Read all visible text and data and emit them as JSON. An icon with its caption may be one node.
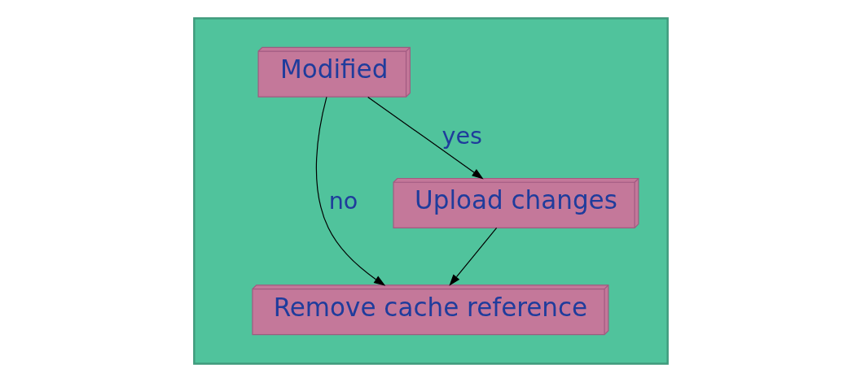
{
  "diagram": {
    "nodes": [
      {
        "text": [],
        "shape": "box"
      },
      {
        "text": [
          "Modified"
        ],
        "in": 0
      },
      {
        "text": [
          "Remove cache reference"
        ],
        "in": 0
      },
      {
        "text": [
          "Upload changes"
        ],
        "in": 0
      }
    ],
    "edges": [
      {
        "from": 1,
        "to": 2,
        "arrow": "to",
        "label": "no"
      },
      {
        "from": 1,
        "to": 3,
        "arrow": "to",
        "label": "yes"
      },
      {
        "from": 3,
        "to": 2,
        "arrow": "to"
      }
    ]
  }
}
